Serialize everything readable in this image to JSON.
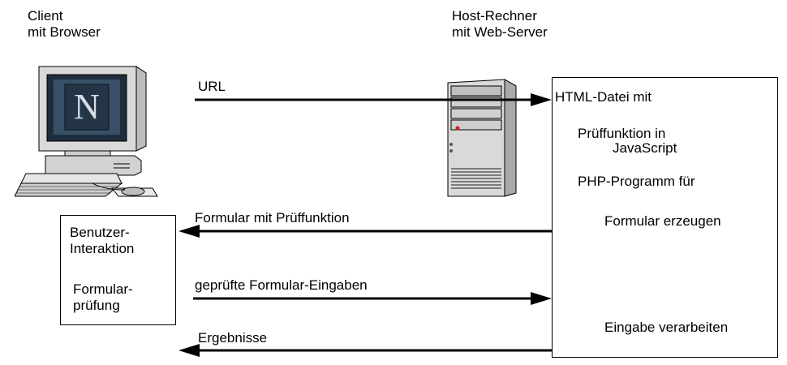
{
  "client": {
    "line1": "Client",
    "line2": "mit Browser"
  },
  "host": {
    "line1": "Host-Rechner",
    "line2": "mit Web-Server"
  },
  "client_box": {
    "interaction_line1": "Benutzer-",
    "interaction_line2": "Interaktion",
    "check_line1": "Formular-",
    "check_line2": "prüfung"
  },
  "server_box": {
    "html_file": "HTML-Datei mit",
    "check_fn_line1": "Prüffunktion in",
    "check_fn_line2": "JavaScript",
    "php_program": "PHP-Programm für",
    "form_create": "Formular erzeugen",
    "input_process": "Eingabe verarbeiten"
  },
  "arrows": {
    "url": "URL",
    "form_with_check": "Formular mit Prüffunktion",
    "checked_inputs": "geprüfte Formular-Eingaben",
    "results": "Ergebnisse"
  },
  "icons": {
    "client_computer": "computer-icon",
    "browser_logo": "netscape-n-logo",
    "server": "server-tower-icon"
  }
}
